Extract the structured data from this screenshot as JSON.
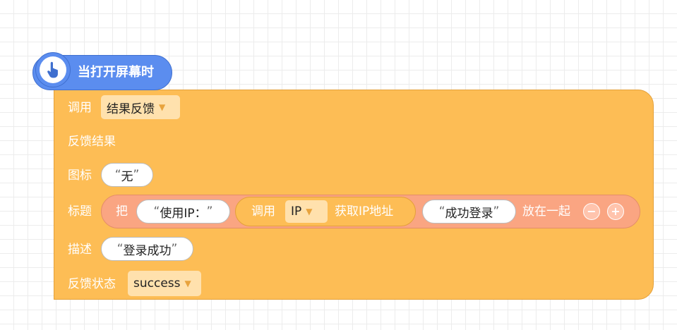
{
  "event": {
    "label": "当打开屏幕时",
    "icon": "pointing-hand-icon"
  },
  "call_row": {
    "label": "调用",
    "dropdown_value": "结果反馈"
  },
  "feedback_row": {
    "label": "反馈结果"
  },
  "icon_row": {
    "label": "图标",
    "value": "无"
  },
  "title_row": {
    "label": "标题",
    "join_label": "把",
    "text1": "使用IP：",
    "call_label": "调用",
    "call_dropdown": "IP",
    "call_action": "获取IP地址",
    "text2": "成功登录",
    "join_suffix": "放在一起",
    "minus": "−",
    "plus": "+"
  },
  "desc_row": {
    "label": "描述",
    "value": "登录成功"
  },
  "status_row": {
    "label": "反馈状态",
    "dropdown_value": "success"
  },
  "quotes": {
    "open": "“",
    "close": "”"
  },
  "colors": {
    "event_block": "#5b8def",
    "main_block": "#fdbd55",
    "join_block": "#faa582",
    "dropdown_bg": "#ffe1ad"
  }
}
